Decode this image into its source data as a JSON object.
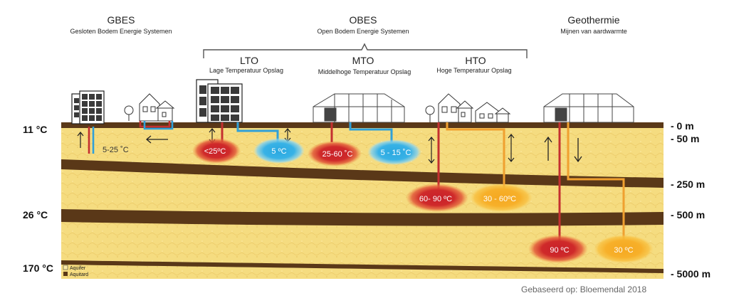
{
  "headings": {
    "gbes": {
      "title": "GBES",
      "subtitle": "Gesloten Bodem Energie Systemen"
    },
    "obes": {
      "title": "OBES",
      "subtitle": "Open Bodem Energie Systemen"
    },
    "geo": {
      "title": "Geothermie",
      "subtitle": "Mijnen van aardwarmte"
    },
    "lto": {
      "title": "LTO",
      "subtitle": "Lage Temperatuur Opslag"
    },
    "mto": {
      "title": "MTO",
      "subtitle": "Middelhoge Temperatuur Opslag"
    },
    "hto": {
      "title": "HTO",
      "subtitle": "Hoge Temperatuur Opslag"
    }
  },
  "ground_temps": [
    "11 °C",
    "26 °C",
    "170 °C"
  ],
  "depths": [
    "- 0 m",
    "- 50 m",
    "- 250 m",
    "- 500 m",
    "- 5000 m"
  ],
  "zones": {
    "gbes": "5-25 ˚C",
    "lto_warm": "<25ºC",
    "lto_cold": "5 ºC",
    "mto_warm": "25-60 ˚C",
    "mto_cold": "5 - 15 ˚C",
    "hto_hot": "60- 90 ºC",
    "hto_warm": "30 - 60ºC",
    "geo_hot": "90 ºC",
    "geo_warm": "30 ºC"
  },
  "legend": {
    "aquifer": "Aquifer",
    "aquitard": "Aquitard"
  },
  "source": "Gebaseerd op: Bloemendal 2018",
  "colors": {
    "aquifer": "#f5dc80",
    "aquitard": "#5a3818",
    "hot": "#c8202a",
    "warm": "#f5a820",
    "cold": "#2aa8e0",
    "pipe_hot": "#c43030",
    "pipe_warm": "#f0a030",
    "pipe_cold": "#30a0d8"
  }
}
